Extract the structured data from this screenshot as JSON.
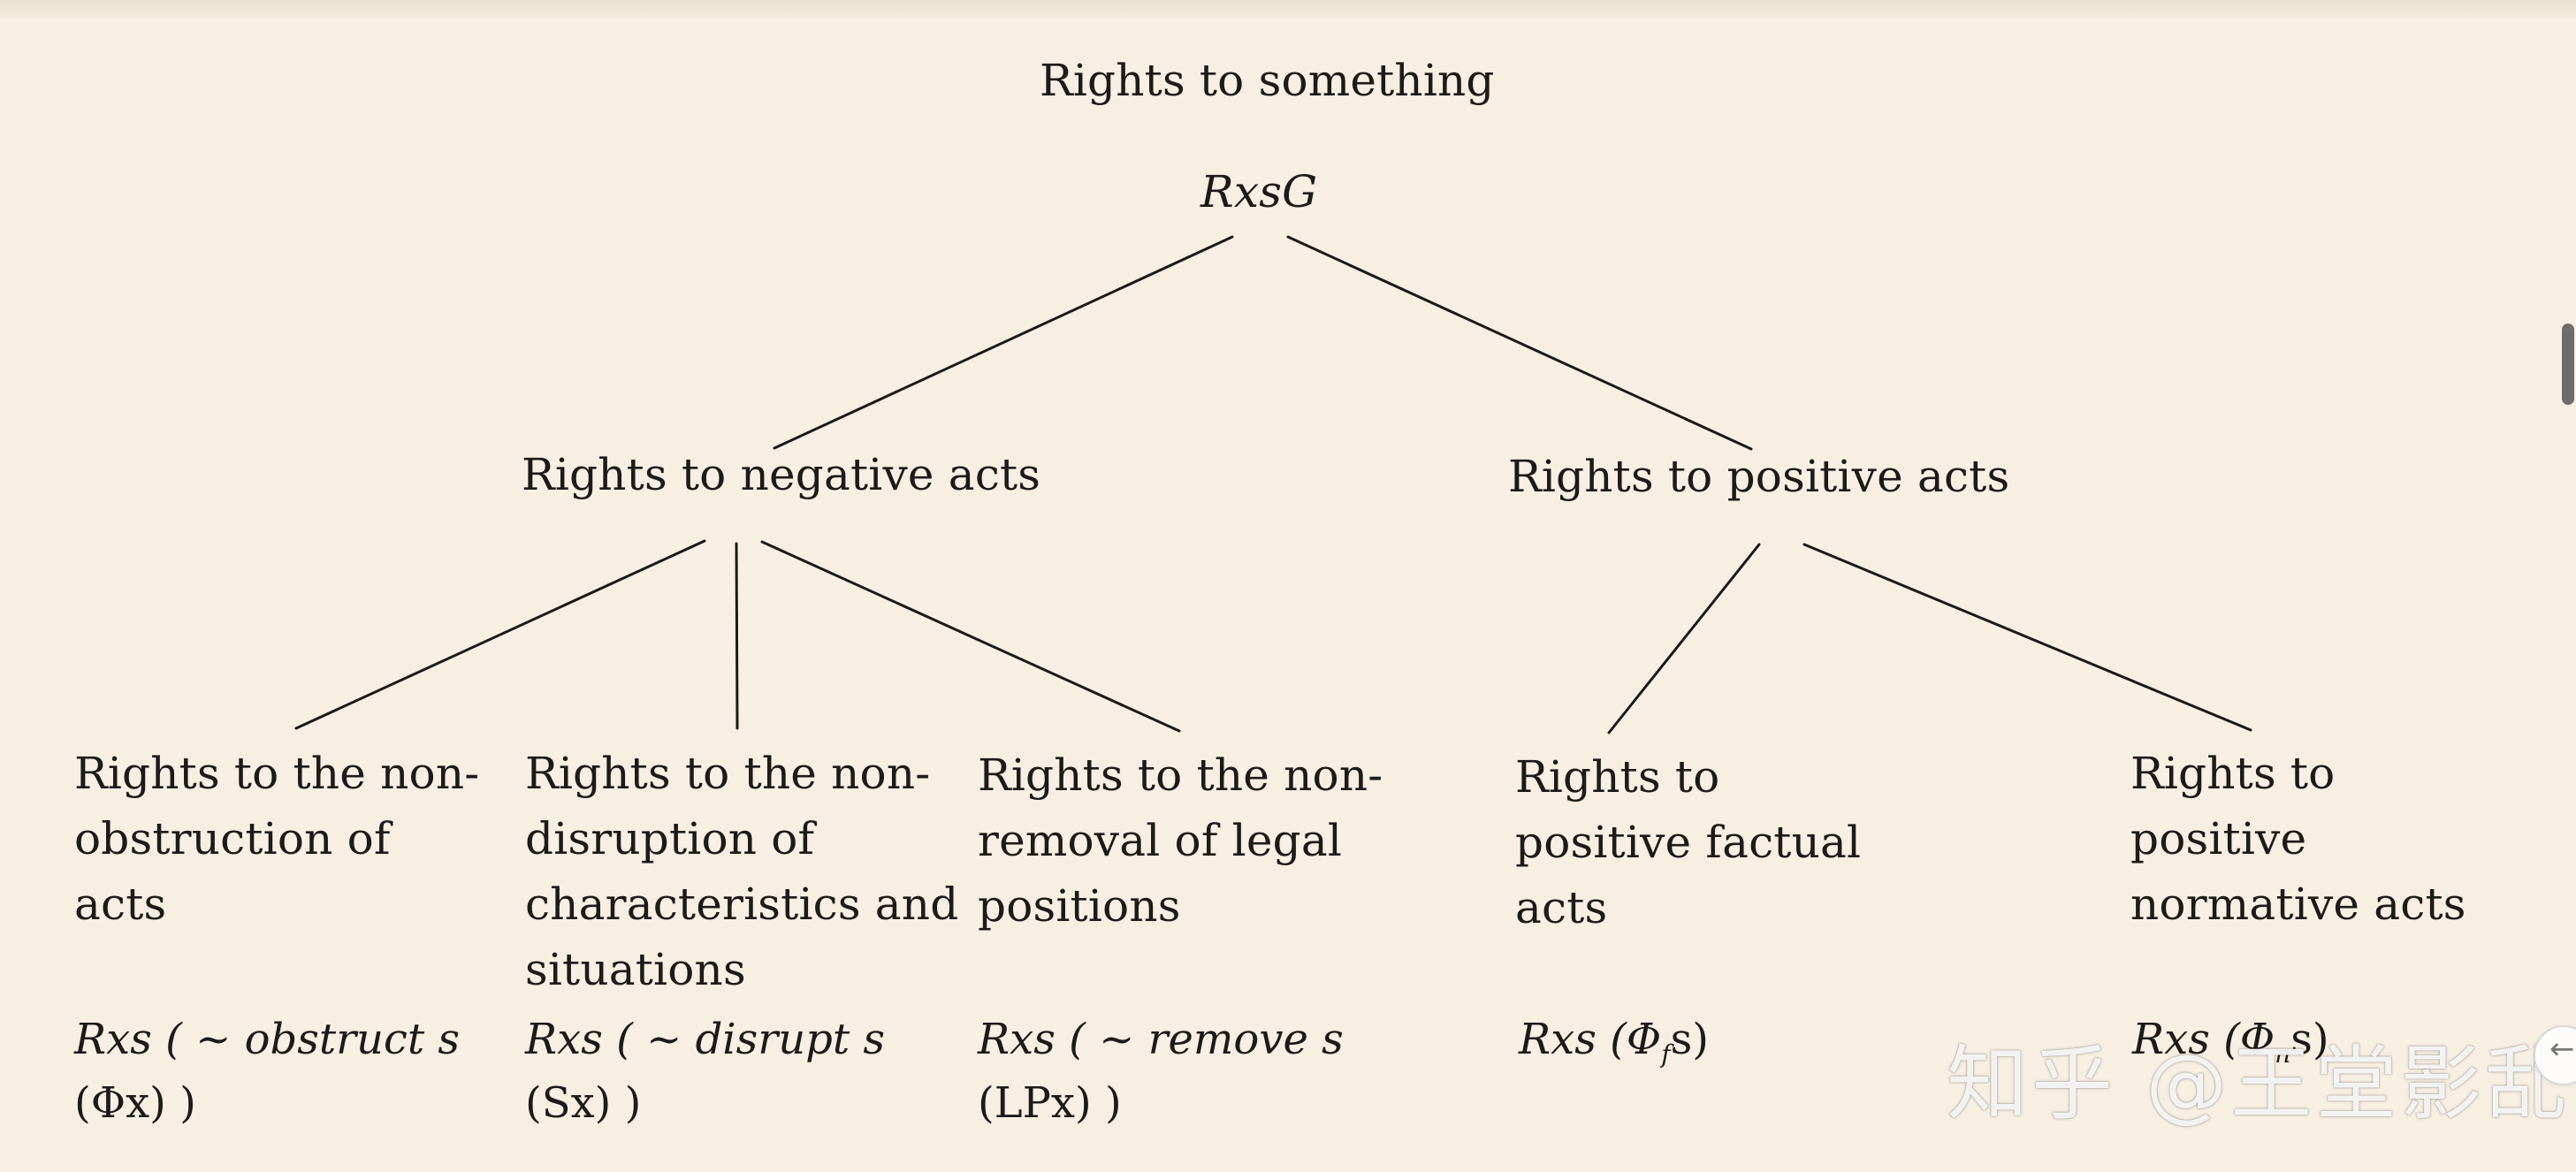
{
  "diagram": {
    "root": {
      "title": "Rights to something",
      "formula": "RxsG"
    },
    "branches": {
      "negative": {
        "label": "Rights to negative acts",
        "children": [
          {
            "title_lines": [
              "Rights to the non-",
              "obstruction of",
              "acts"
            ],
            "formula_lines": [
              "Rxs ( ~ obstruct s",
              "(Φx) )"
            ]
          },
          {
            "title_lines": [
              "Rights to the non-",
              "disruption of",
              "characteristics and",
              "situations"
            ],
            "formula_lines": [
              "Rxs ( ~ disrupt s",
              "(Sx) )"
            ]
          },
          {
            "title_lines": [
              "Rights to the non-",
              "removal of legal",
              "positions"
            ],
            "formula_lines": [
              "Rxs ( ~ remove s",
              "(LPx) )"
            ]
          }
        ]
      },
      "positive": {
        "label": "Rights to positive acts",
        "children": [
          {
            "title_lines": [
              "Rights to",
              "positive factual",
              "acts"
            ],
            "formula_parts": {
              "prefix": "Rxs (Φ",
              "subscript": "f",
              "suffix": "s)"
            }
          },
          {
            "title_lines": [
              "Rights to",
              "positive",
              "normative acts"
            ],
            "formula_parts": {
              "prefix": "Rxs (Φ",
              "subscript": "n",
              "suffix": "s)"
            }
          }
        ]
      }
    }
  },
  "overlay": {
    "watermark": "知乎 @王堂影乱",
    "edge_icon_name": "back-arrow-icon",
    "edge_icon": "←"
  }
}
